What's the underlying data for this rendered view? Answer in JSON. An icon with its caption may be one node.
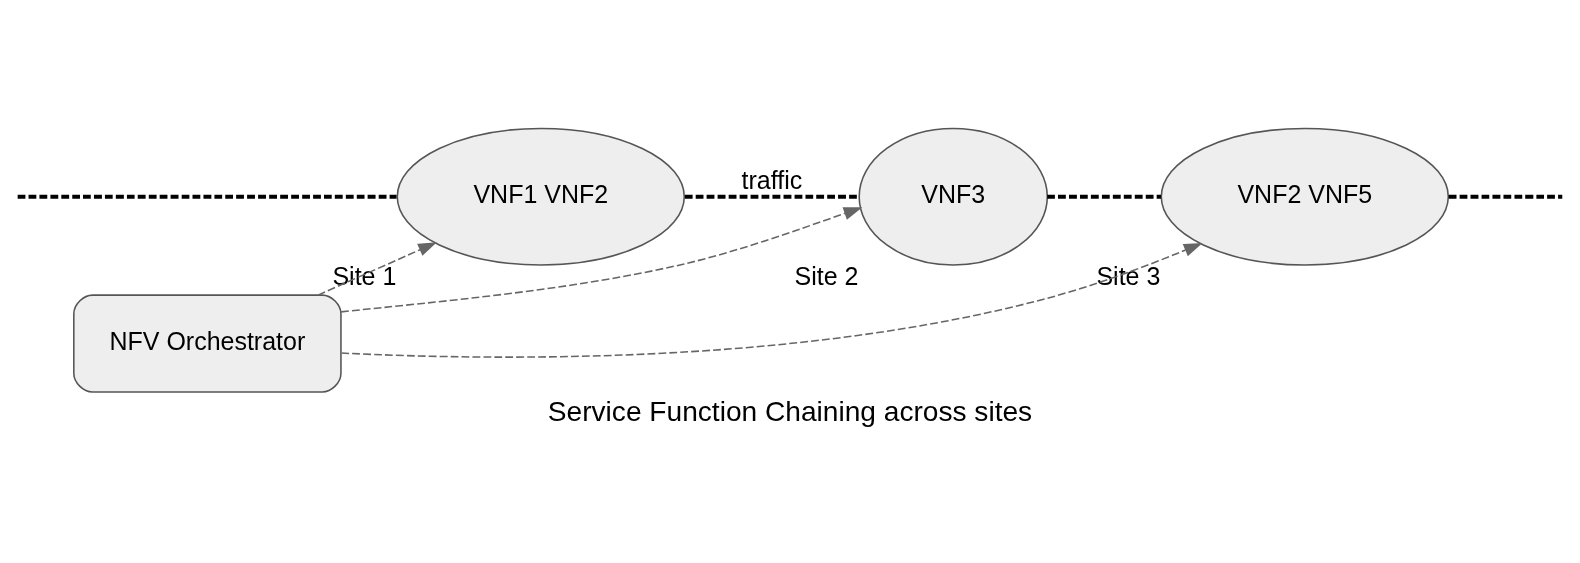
{
  "diagram": {
    "caption": "Service Function Chaining across sites",
    "nodes": [
      {
        "text": [
          "NFV Orchestrator"
        ]
      },
      {
        "text": [
          "VNF1 VNF2"
        ],
        "beside": [
          "Site 1"
        ]
      },
      {
        "text": [
          "VNF3"
        ],
        "beside": [
          "Site 2"
        ]
      },
      {
        "text": [
          "VNF2 VNF5"
        ],
        "beside": [
          "Site 3"
        ]
      }
    ],
    "edges": [
      {
        "from": 0,
        "to": 1,
        "arrow": "to",
        "style": "dashed",
        "color": "#666666"
      },
      {
        "from": 0,
        "to": 2,
        "arrow": "to",
        "style": "dashed",
        "color": "#666666"
      },
      {
        "from": 0,
        "to": 3,
        "arrow": "to",
        "style": "dashed",
        "color": "#666666"
      },
      {
        "from": null,
        "to": 1,
        "arrow": "none",
        "style": "dashed"
      },
      {
        "from": 1,
        "to": 2,
        "arrow": "none",
        "style": "dashed",
        "label": "traffic"
      },
      {
        "from": 2,
        "to": 3,
        "arrow": "none",
        "style": "dashed"
      },
      {
        "from": 3,
        "to": null,
        "arrow": "none",
        "style": "dashed"
      }
    ]
  }
}
